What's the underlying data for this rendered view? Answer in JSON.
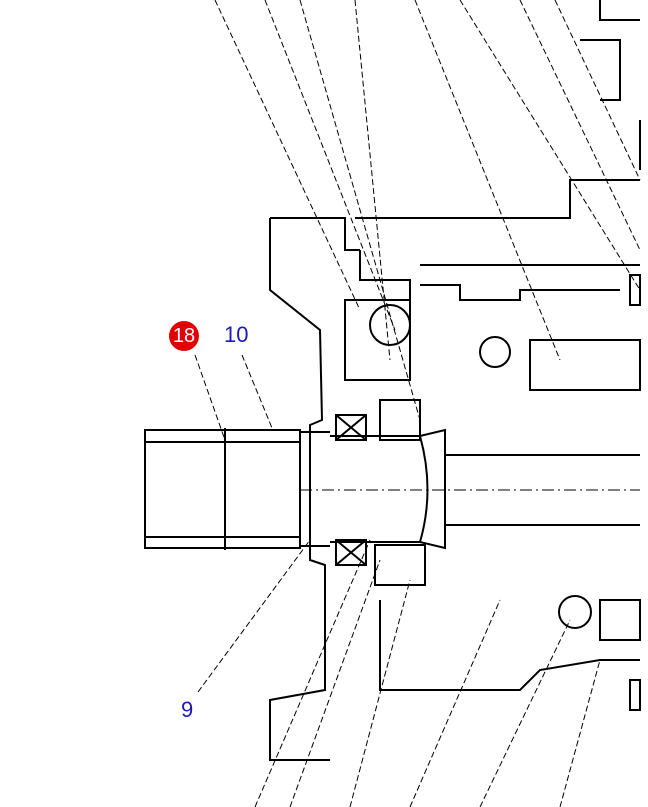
{
  "diagram": {
    "callouts": [
      {
        "id": "c18",
        "label": "18",
        "highlighted": true
      },
      {
        "id": "c10",
        "label": "10",
        "highlighted": false
      },
      {
        "id": "c9",
        "label": "9",
        "highlighted": false
      }
    ]
  },
  "colors": {
    "line": "#000000",
    "callout_text": "#1a1ab8",
    "highlight_fill": "#e00000",
    "highlight_text": "#ffffff",
    "background": "#ffffff"
  }
}
